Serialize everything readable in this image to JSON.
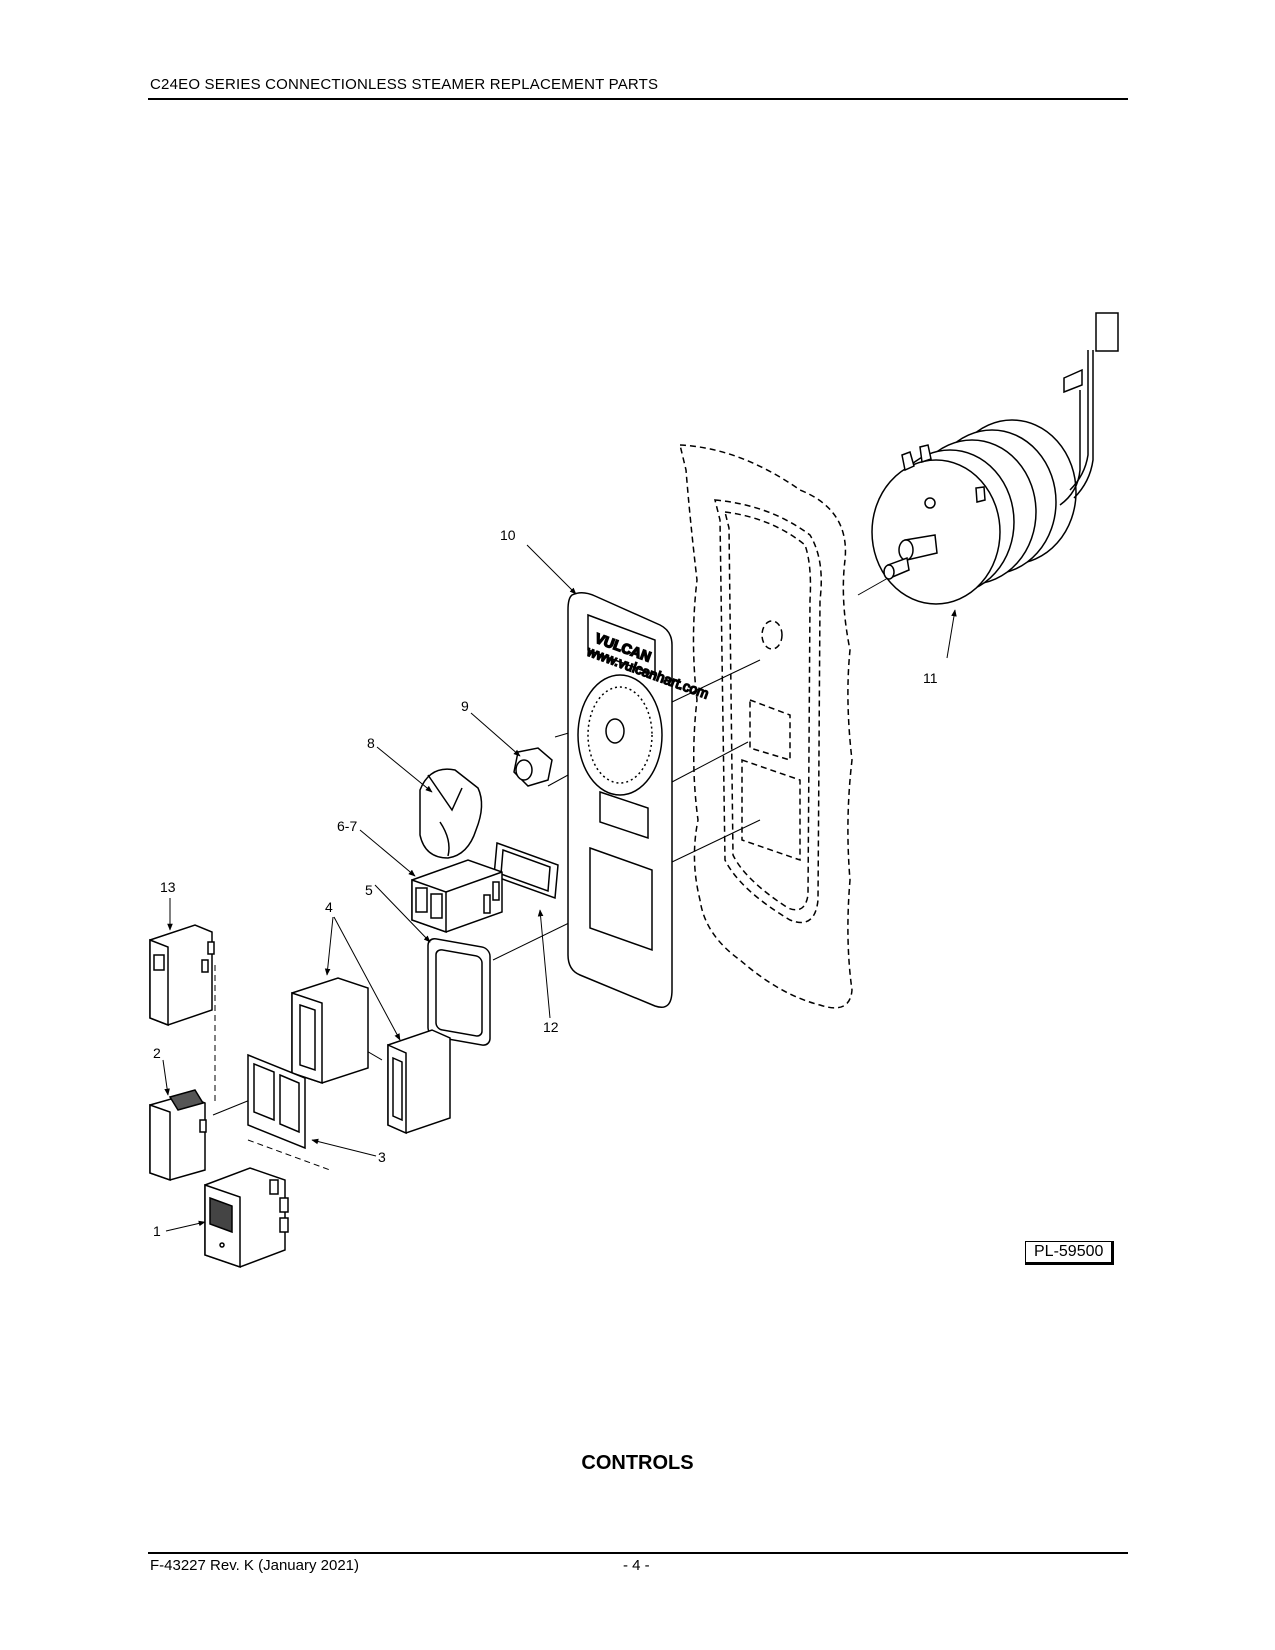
{
  "header": {
    "title": "C24EO SERIES CONNECTIONLESS STEAMER REPLACEMENT PARTS"
  },
  "figure": {
    "drawing_number": "PL-59500",
    "brand_logo": "VULCAN",
    "brand_url": "www.vulcanhart.com",
    "callouts": [
      "1",
      "2",
      "3",
      "4",
      "5",
      "6-7",
      "8",
      "9",
      "10",
      "11",
      "12",
      "13"
    ]
  },
  "section_title": "CONTROLS",
  "footer": {
    "document": "F-43227 Rev. K (January 2021)",
    "page": "- 4 -"
  }
}
